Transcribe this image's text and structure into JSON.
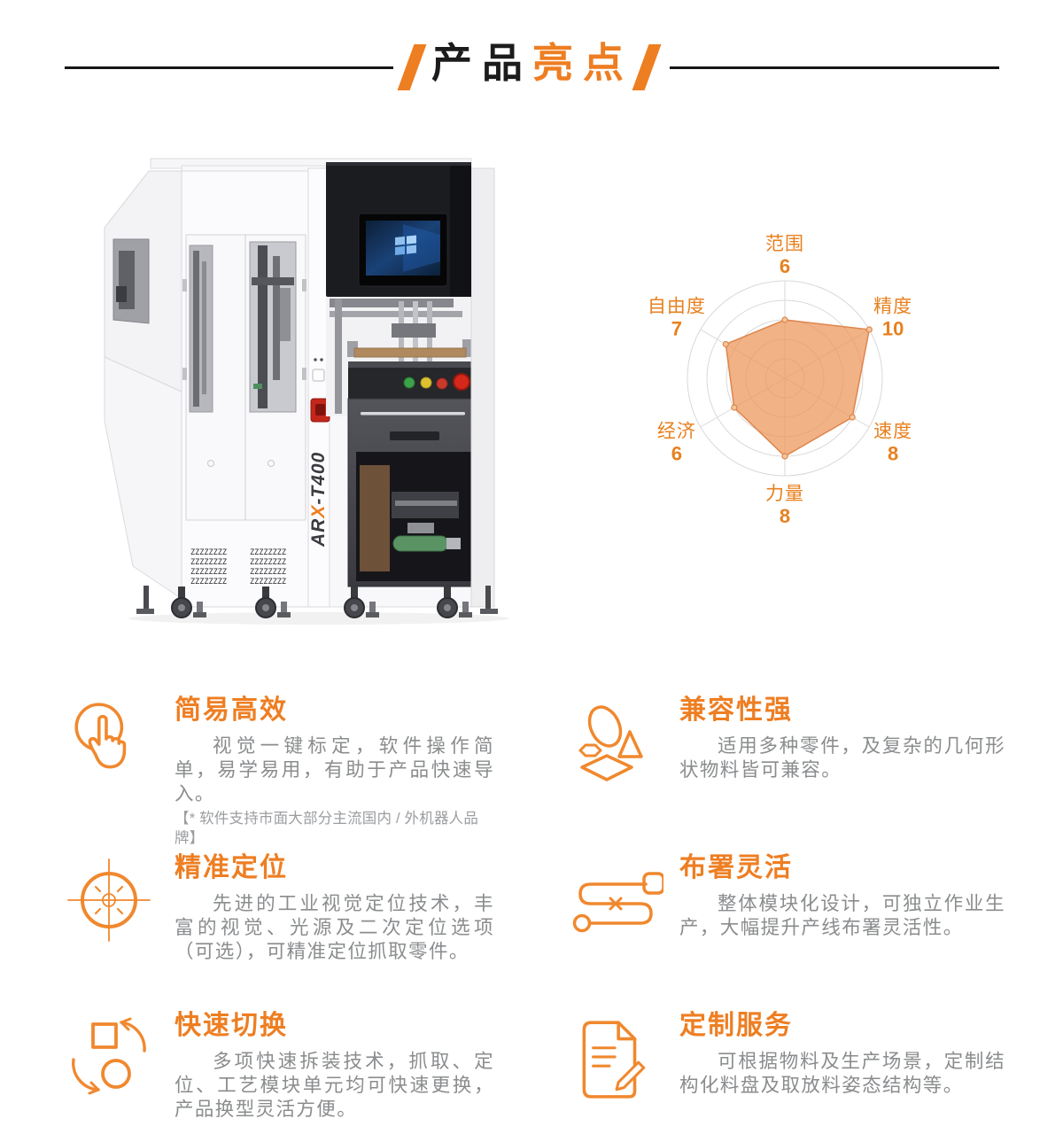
{
  "theme": {
    "accent": "#EE7E22",
    "icon_stroke": "#F0882E",
    "body_gray": "#8A8C8E",
    "note_gray": "#9B9DA0",
    "divider_black": "#161616"
  },
  "header": {
    "title_black": "产品",
    "title_orange": "亮点"
  },
  "machine": {
    "model_prefix": "AR",
    "model_x": "X",
    "model_suffix": "-T400",
    "vent_pattern": "ZZZZZZZZ"
  },
  "chart_data": {
    "type": "radar",
    "title": "",
    "categories": [
      "范围",
      "精度",
      "速度",
      "力量",
      "经济",
      "自由度"
    ],
    "values": [
      6,
      10,
      8,
      8,
      6,
      7
    ],
    "max": 10,
    "ring_step": 2,
    "start_angle_deg": -90,
    "direction": "clockwise",
    "grid": true,
    "legend": "none",
    "colors": {
      "label": "#E8801F",
      "grid": "#D9D9D9",
      "fill": "#EB9458",
      "fill_opacity": 0.72,
      "stroke": "#DE854B",
      "dot_fill": "#F6C79E"
    }
  },
  "features": [
    {
      "icon": "click-icon",
      "title": "简易高效",
      "body": "视觉一键标定，软件操作简单，易学易用，有助于产品快速导入。",
      "note": "【* 软件支持市面大部分主流国内 / 外机器人品牌】"
    },
    {
      "icon": "shapes-icon",
      "title": "兼容性强",
      "body": "适用多种零件，及复杂的几何形状物料皆可兼容。",
      "note": ""
    },
    {
      "icon": "target-icon",
      "title": "精准定位",
      "body": "先进的工业视觉定位技术，丰富的视觉、光源及二次定位选项（可选），可精准定位抓取零件。",
      "note": ""
    },
    {
      "icon": "route-icon",
      "title": "布署灵活",
      "body": "整体模块化设计，可独立作业生产，大幅提升产线布署灵活性。",
      "note": ""
    },
    {
      "icon": "swap-icon",
      "title": "快速切换",
      "body": "多项快速拆装技术，抓取、定位、工艺模块单元均可快速更换，产品换型灵活方便。",
      "note": ""
    },
    {
      "icon": "document-edit-icon",
      "title": "定制服务",
      "body": "可根据物料及生产场景，定制结构化料盘及取放料姿态结构等。",
      "note": ""
    }
  ]
}
